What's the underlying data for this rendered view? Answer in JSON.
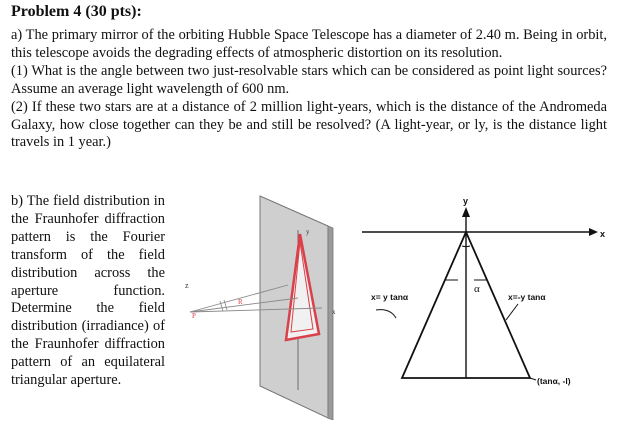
{
  "problem": {
    "title": "Problem 4 (30 pts):",
    "part_a": {
      "intro": "a) The primary mirror of the orbiting Hubble Space Telescope has a diameter of 2.40 m. Being in orbit, this telescope avoids the degrading effects of atmospheric distortion on its resolution.",
      "q1": "(1) What is the angle between two just-resolvable stars which can be considered as point light sources? Assume an average light wavelength of 600 nm.",
      "q2": "(2) If these two stars are at a distance of 2 million light-years, which is the distance of the Andromeda Galaxy, how close together can they be and still be resolved? (A light-year, or ly, is the distance light travels in 1 year.)"
    },
    "part_b": {
      "text": "b) The field distribution in the Fraunhofer diffraction pattern is the Fourier transform of the field distribution across the aperture function. Determine the field distribution (irradiance) of the Fraunhofer diffraction pattern of an equilateral triangular aperture."
    }
  },
  "figure_left": {
    "label_z_axis": "z",
    "label_p": "P",
    "label_r": "R",
    "label_y": "y",
    "label_x": "x"
  },
  "figure_right": {
    "label_y": "y",
    "label_x": "x",
    "label_alpha": "α",
    "label_left_edge": "x= y tanα",
    "label_right_edge": "x=-y tanα",
    "label_vertex": "(tanα, -l)"
  },
  "colors": {
    "aperture": "#d9404a",
    "screen": "#c9c9c9",
    "ink": "#111111"
  }
}
